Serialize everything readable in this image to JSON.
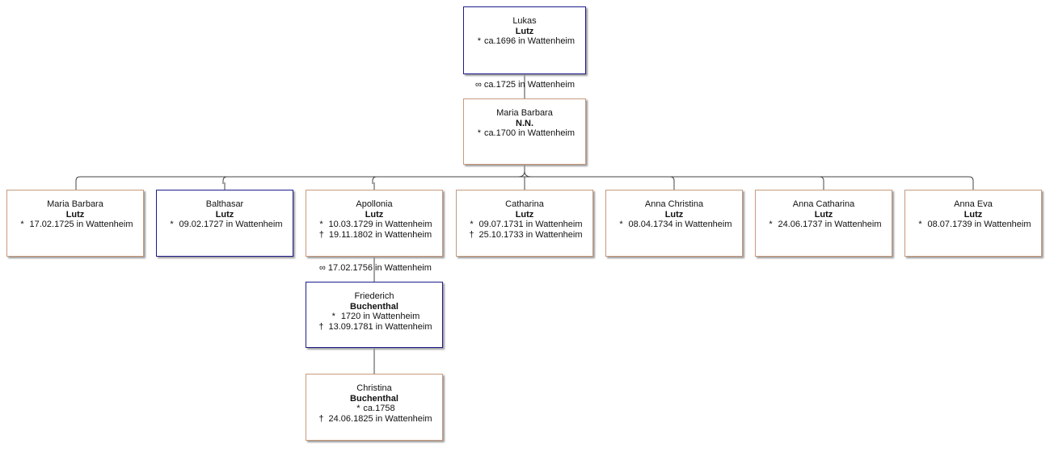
{
  "symbols": {
    "birth": "*",
    "death": "†",
    "marriage": "∞"
  },
  "persons": {
    "lukas": {
      "first": "Lukas",
      "last": "Lutz",
      "events": [
        {
          "sym": "*",
          "text": "ca.1696 in Wattenheim"
        }
      ]
    },
    "maria_mother": {
      "first": "Maria Barbara",
      "last": "N.N.",
      "events": [
        {
          "sym": "*",
          "text": "ca.1700 in Wattenheim"
        }
      ]
    },
    "maria_child": {
      "first": "Maria Barbara",
      "last": "Lutz",
      "events": [
        {
          "sym": "*",
          "text": "17.02.1725 in Wattenheim"
        }
      ]
    },
    "balthasar": {
      "first": "Balthasar",
      "last": "Lutz",
      "events": [
        {
          "sym": "*",
          "text": "09.02.1727 in Wattenheim"
        }
      ]
    },
    "apollonia": {
      "first": "Apollonia",
      "last": "Lutz",
      "events": [
        {
          "sym": "*",
          "text": "10.03.1729 in Wattenheim"
        },
        {
          "sym": "†",
          "text": "19.11.1802 in Wattenheim"
        }
      ]
    },
    "catharina": {
      "first": "Catharina",
      "last": "Lutz",
      "events": [
        {
          "sym": "*",
          "text": "09.07.1731 in Wattenheim"
        },
        {
          "sym": "†",
          "text": "25.10.1733 in Wattenheim"
        }
      ]
    },
    "anna_christina": {
      "first": "Anna Christina",
      "last": "Lutz",
      "events": [
        {
          "sym": "*",
          "text": "08.04.1734 in Wattenheim"
        }
      ]
    },
    "anna_catharina": {
      "first": "Anna Catharina",
      "last": "Lutz",
      "events": [
        {
          "sym": "*",
          "text": "24.06.1737 in Wattenheim"
        }
      ]
    },
    "anna_eva": {
      "first": "Anna Eva",
      "last": "Lutz",
      "events": [
        {
          "sym": "*",
          "text": "08.07.1739 in Wattenheim"
        }
      ]
    },
    "friederich": {
      "first": "Friederich",
      "last": "Buchenthal",
      "events": [
        {
          "sym": "*",
          "text": "1720 in Wattenheim"
        },
        {
          "sym": "†",
          "text": "13.09.1781 in Wattenheim"
        }
      ]
    },
    "christina": {
      "first": "Christina",
      "last": "Buchenthal",
      "events": [
        {
          "sym": "*",
          "text": "ca.1758"
        },
        {
          "sym": "†",
          "text": "24.06.1825 in Wattenheim"
        }
      ]
    }
  },
  "marriages": {
    "parents": {
      "sym": "∞",
      "text": "ca.1725 in Wattenheim"
    },
    "apollonia": {
      "sym": "∞",
      "text": "17.02.1756 in Wattenheim"
    }
  },
  "colors": {
    "male_border": "#1c1c8c",
    "female_border": "#c79a7c",
    "line": "#444444"
  }
}
